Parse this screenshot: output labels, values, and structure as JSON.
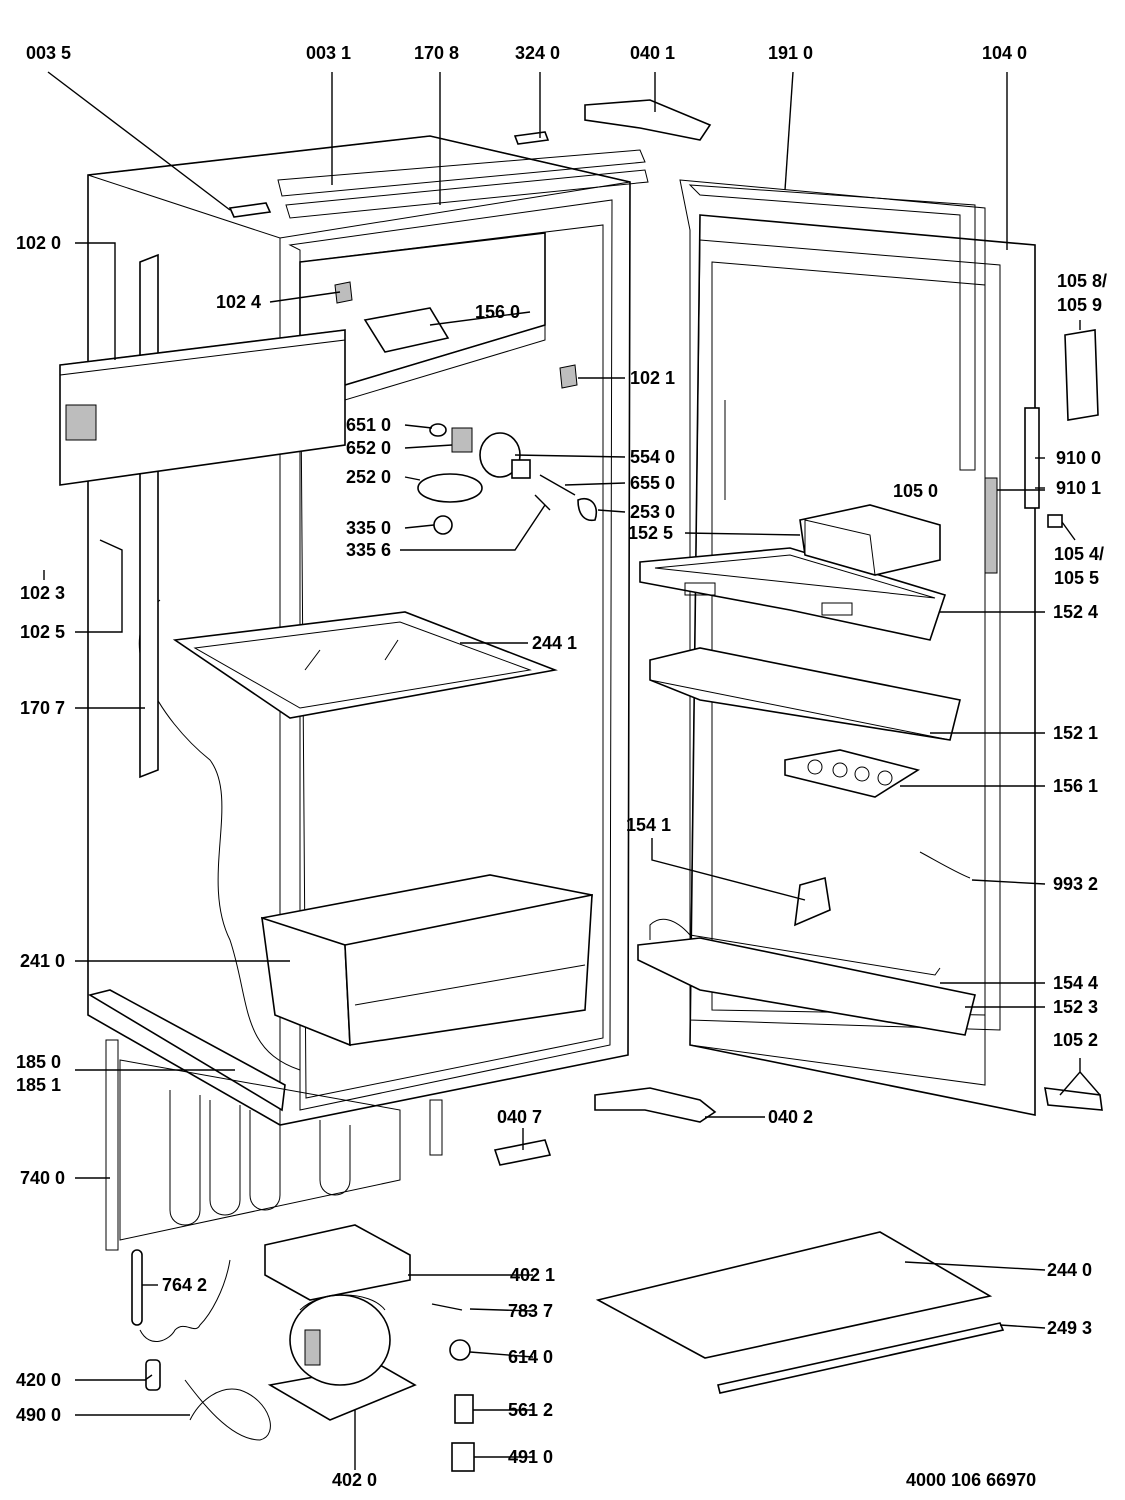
{
  "diagram": {
    "labels": {
      "l0035": "003 5",
      "l0031": "003 1",
      "l1708": "170 8",
      "l3240": "324 0",
      "l0401": "040 1",
      "l1910": "191 0",
      "l1040": "104 0",
      "l1020": "102 0",
      "l1024": "102 4",
      "l1560": "156 0",
      "l1058": "105 8/",
      "l1059": "105 9",
      "l1021": "102 1",
      "l6510": "651 0",
      "l6520": "652 0",
      "l5540": "554 0",
      "l9100": "910 0",
      "l2520": "252 0",
      "l6550": "655 0",
      "l9101": "910 1",
      "l1050": "105 0",
      "l3350": "335 0",
      "l2530": "253 0",
      "l1525": "152 5",
      "l1054": "105 4/",
      "l3356": "335 6",
      "l1023": "102 3",
      "l1055": "105 5",
      "l1524": "152 4",
      "l1025": "102 5",
      "l2441": "244 1",
      "l1707": "170 7",
      "l1521": "152 1",
      "l1561": "156 1",
      "l1541": "154 1",
      "l9932": "993 2",
      "l2410": "241 0",
      "l1544": "154 4",
      "l1523": "152 3",
      "l1850": "185 0",
      "l1052": "105 2",
      "l1851": "185 1",
      "l0407": "040 7",
      "l0402": "040 2",
      "l7400": "740 0",
      "l4021": "402 1",
      "l2440": "244 0",
      "l7642": "764 2",
      "l7837": "783 7",
      "l2493": "249 3",
      "l6140": "614 0",
      "l4200": "420 0",
      "l4900": "490 0",
      "l5612": "561 2",
      "l4910": "491 0",
      "l4020": "402 0",
      "doc": "4000 106 66970"
    }
  }
}
